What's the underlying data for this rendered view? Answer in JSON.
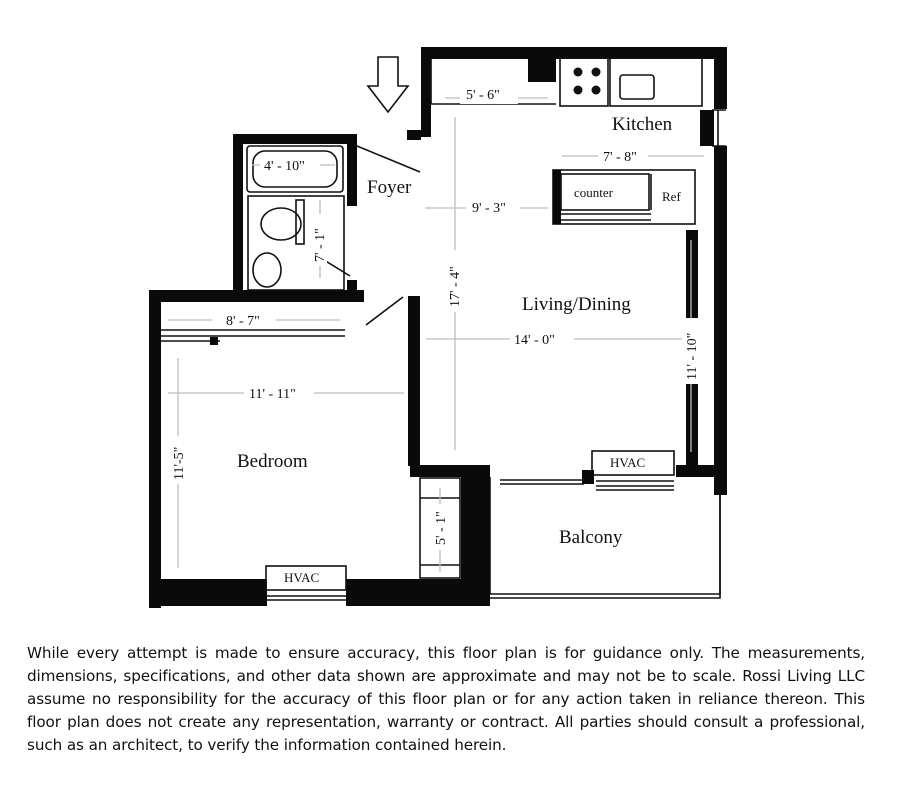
{
  "rooms": {
    "kitchen": "Kitchen",
    "foyer": "Foyer",
    "living_dining": "Living/Dining",
    "bedroom": "Bedroom",
    "balcony": "Balcony"
  },
  "fixtures": {
    "counter": "counter",
    "ref": "Ref",
    "hvac_living": "HVAC",
    "hvac_bedroom": "HVAC"
  },
  "dimensions": {
    "kitchen_top": "5' - 6\"",
    "kitchen_width": "7' - 8\"",
    "bath_tub": "4' - 10\"",
    "bath_depth": "7' - 1\"",
    "foyer_width": "9' - 3\"",
    "living_depth": "17' - 4\"",
    "living_width": "14' - 0\"",
    "living_side": "11' - 10\"",
    "closet": "8' - 7\"",
    "bedroom_width": "11' - 11\"",
    "bedroom_depth": "11'-5\"",
    "balcony_closet": "5' - 1\""
  },
  "disclaimer": "While every attempt is made to ensure accuracy, this floor plan is for guidance only. The measurements, dimensions, specifications, and other data shown are approximate and may not be to scale.  Rossi Living LLC assume no responsibility for the accuracy of this floor plan or for any action taken in reliance thereon. This floor plan does not create any representation, warranty or contract. All parties should consult a professional, such as an architect, to verify the information contained herein."
}
